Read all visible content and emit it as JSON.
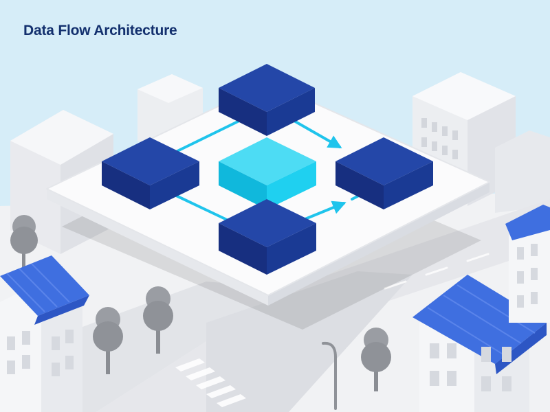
{
  "title": "Data Flow Architecture",
  "diagram": {
    "nodes": [
      {
        "id": "top-block",
        "role": "source",
        "color": "#1a3a94"
      },
      {
        "id": "left-block",
        "role": "source",
        "color": "#1a3a94"
      },
      {
        "id": "center-block",
        "role": "hub",
        "color": "#1fd0f0"
      },
      {
        "id": "right-block",
        "role": "destination",
        "color": "#1a3a94"
      },
      {
        "id": "bottom-block",
        "role": "source",
        "color": "#1a3a94"
      }
    ],
    "connections": [
      {
        "from": "left-block",
        "to": "top-block",
        "arrow": false
      },
      {
        "from": "top-block",
        "to": "right-block",
        "arrow": true
      },
      {
        "from": "left-block",
        "to": "bottom-block",
        "arrow": false
      },
      {
        "from": "bottom-block",
        "to": "right-block",
        "arrow": true
      }
    ]
  },
  "colors": {
    "sky": "#d6edf8",
    "block_dark": "#1a3a94",
    "block_accent": "#1fd0f0",
    "connector": "#1fc4ec",
    "roof": "#3f6fe0",
    "title": "#13306e"
  }
}
